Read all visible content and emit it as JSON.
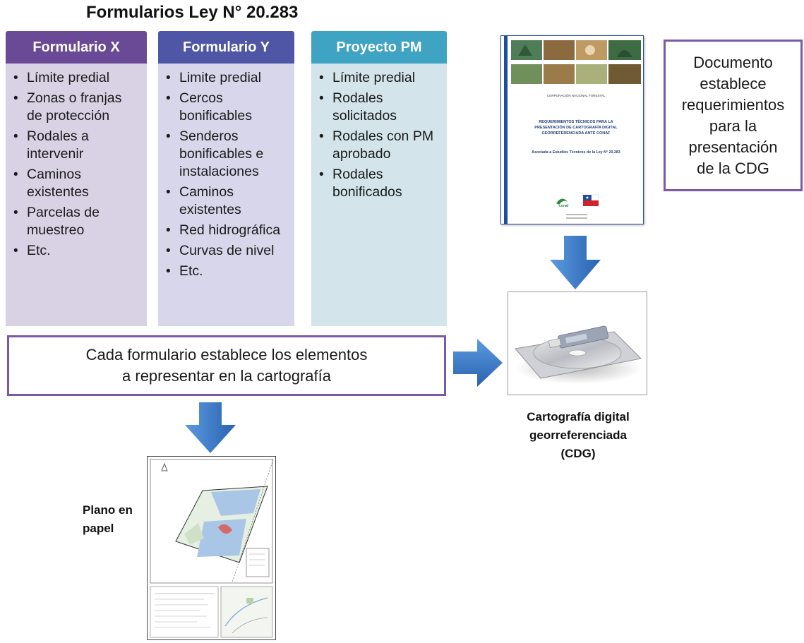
{
  "title": "Formularios Ley N° 20.283",
  "columns": [
    {
      "header": "Formulario X",
      "header_color": "#6a4a96",
      "body_color": "#d8d2e4",
      "items": [
        "Límite predial",
        "Zonas o franjas de protección",
        "Rodales a intervenir",
        "Caminos existentes",
        "Parcelas de muestreo",
        "Etc."
      ]
    },
    {
      "header": "Formulario Y",
      "header_color": "#4f56a6",
      "body_color": "#d7d6ea",
      "items": [
        "Limite predial",
        "Cercos bonificables",
        "Senderos bonificables e instalaciones",
        "Caminos existentes",
        "Red hidrográfica",
        "Curvas de nivel",
        "Etc."
      ]
    },
    {
      "header": "Proyecto PM",
      "header_color": "#3fa3c4",
      "body_color": "#d3e5ea",
      "items": [
        "Límite predial",
        "Rodales solicitados",
        "Rodales con PM aprobado",
        "Rodales bonificados"
      ]
    }
  ],
  "center_box": {
    "line1": "Cada formulario establece los elementos",
    "line2": "a representar en la cartografía"
  },
  "doc_box": {
    "lines": [
      "Documento",
      "establece",
      "requerimientos",
      "para la",
      "presentación",
      "de la CDG"
    ]
  },
  "doc_cover": {
    "org": "CORPORACIÓN NACIONAL FORESTAL",
    "title_lines": [
      "REQUERIMIENTOS TÉCNICOS PARA LA",
      "PRESENTACIÓN DE CARTOGRAFÍA DIGITAL",
      "GEORREFERENCIADA ANTE CONAF"
    ],
    "subtitle": "Asociada a Estudios Técnicos de la Ley N° 20.283",
    "logo_text": "conaf"
  },
  "cdg_caption": [
    "Cartografía digital",
    "georreferenciada",
    "(CDG)"
  ],
  "plano_caption": [
    "Plano en",
    "papel"
  ],
  "colors": {
    "arrow": "#3b78c7",
    "box_border": "#7b58a8"
  }
}
